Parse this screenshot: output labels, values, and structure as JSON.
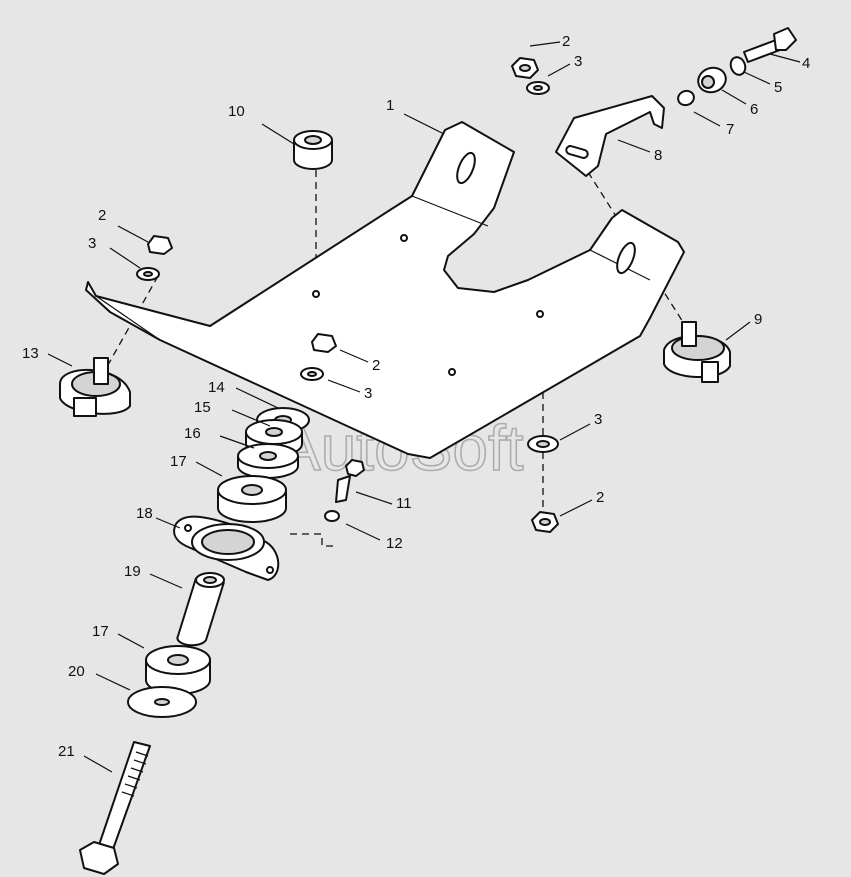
{
  "watermark": "AutoSoft",
  "callouts": [
    "1",
    "2",
    "3",
    "4",
    "5",
    "6",
    "7",
    "8",
    "9",
    "10",
    "11",
    "12",
    "13",
    "14",
    "15",
    "16",
    "17",
    "18",
    "19",
    "20",
    "21"
  ],
  "callouts_repeat": {
    "2": [
      "2",
      "2",
      "2",
      "2"
    ],
    "3": [
      "3",
      "3",
      "3"
    ],
    "17": [
      "17"
    ]
  }
}
